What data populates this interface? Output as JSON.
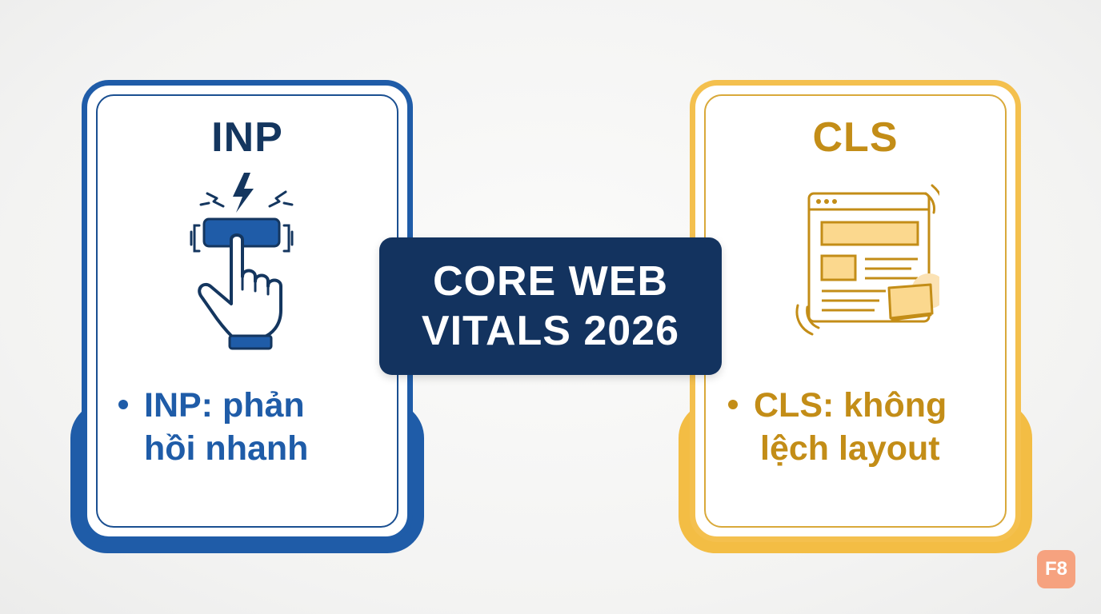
{
  "colors": {
    "inp_primary": "#1f5ca8",
    "inp_dark": "#14365f",
    "cls_primary": "#f3bd44",
    "cls_text": "#c38d17",
    "badge_background": "#13335f",
    "logo_background": "#f6a27f"
  },
  "cards": {
    "inp": {
      "title": "INP",
      "icon": "pointer-pressing-button-icon",
      "bullet_line1": "INP: phản",
      "bullet_line2": "hồi nhanh"
    },
    "cls": {
      "title": "CLS",
      "icon": "shifting-layout-window-icon",
      "bullet_line1": "CLS: không",
      "bullet_line2": "lệch layout"
    }
  },
  "badge": {
    "line1": "CORE WEB",
    "line2": "VITALS 2026"
  },
  "logo": {
    "text": "F8"
  }
}
